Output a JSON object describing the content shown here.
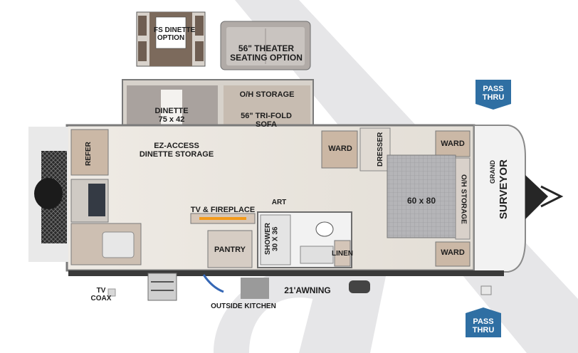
{
  "rooms": {
    "dinette_option": "FS DINETTE\nOPTION",
    "theater_option": "56\" THEATER\nSEATING OPTION",
    "oh_storage_top": "O/H STORAGE",
    "dinette": "DINETTE\n75 x 42",
    "sofa": "56\" TRI-FOLD\nSOFA",
    "ez_access": "EZ-ACCESS\nDINETTE STORAGE",
    "refer": "REFER",
    "ward_mid": "WARD",
    "dresser": "DRESSER",
    "ward_top_right": "WARD",
    "bed": "60 x 80",
    "oh_storage_right": "O/H STORAGE",
    "ward_bottom_right": "WARD",
    "tv_fireplace": "TV & FIREPLACE",
    "art": "ART",
    "pantry": "PANTRY",
    "shower": "SHOWER\n30 X 36",
    "linen": "LINEN"
  },
  "exterior": {
    "awning": "21'AWNING",
    "outside_kitchen": "OUTSIDE KITCHEN",
    "tv_coax": "TV\nCOAX"
  },
  "badges": {
    "pass_thru_top": "PASS\nTHRU",
    "pass_thru_bottom": "PASS\nTHRU"
  },
  "brand": {
    "line1": "GRAND",
    "line2": "SURVEYOR"
  },
  "colors": {
    "badge": "#2f6fa3",
    "wall": "#8a8a8a",
    "floor": "#ece8e2",
    "cabinet": "#c9b8a8",
    "bed": "#b9b9bb",
    "watermark": "#e4e4e6"
  }
}
